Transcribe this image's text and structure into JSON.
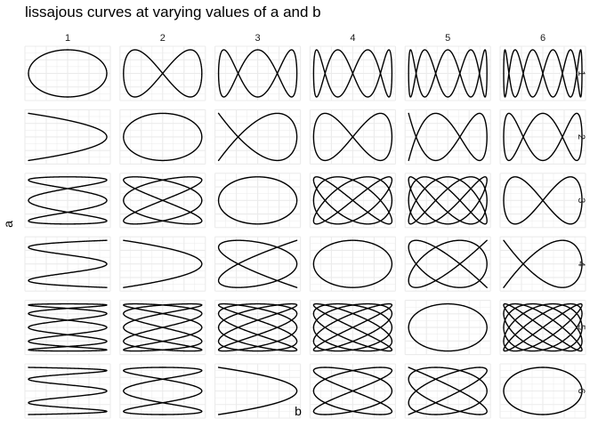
{
  "chart_data": {
    "type": "line",
    "title": "lissajous curves at varying values of a and b",
    "xlabel": "b",
    "ylabel": "a",
    "facet_columns": {
      "variable": "b",
      "labels": [
        "1",
        "2",
        "3",
        "4",
        "5",
        "6"
      ]
    },
    "facet_rows": {
      "variable": "a",
      "labels": [
        "1",
        "2",
        "3",
        "4",
        "5",
        "6"
      ]
    },
    "curve": {
      "x": "sin(a*t + pi/2)",
      "y": "sin(b*t)",
      "t_range": [
        0,
        6.283185
      ]
    },
    "series_color": "#000000",
    "xlim": [
      -1,
      1
    ],
    "ylim": [
      -1,
      1
    ],
    "grid": true,
    "grid_color": "#ebebeb",
    "axis_ticks_visible": false
  }
}
